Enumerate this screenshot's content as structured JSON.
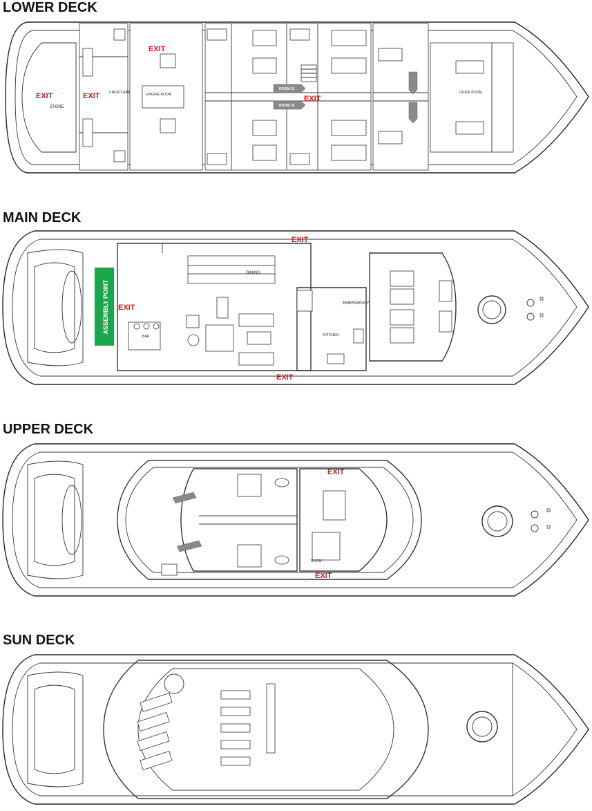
{
  "decks": {
    "lower": {
      "title": "LOWER DECK",
      "exit_label": "EXIT",
      "labels": {
        "store": "STORE",
        "crew_cabin": "CREW CABIN",
        "engine_room": "ENGINE ROOM",
        "guide_room": "GUIDE ROOM",
        "room_01": "ROOM 01",
        "room_02": "ROOM 02"
      }
    },
    "main": {
      "title": "MAIN DECK",
      "exit_label": "EXIT",
      "assembly_point": "ASSEMBLY POINT",
      "labels": {
        "dining": "DINING",
        "bar": "BAR",
        "kitchen": "KITCHEN",
        "emergency": "EMERGENCY"
      }
    },
    "upper": {
      "title": "UPPER DECK",
      "exit_label": "EXIT",
      "labels": {
        "room": "ROOM"
      }
    },
    "sun": {
      "title": "SUN DECK"
    }
  },
  "colors": {
    "exit": "#d71920",
    "assembly": "#1aa64a",
    "line": "#222222",
    "room_tag": "#8a8a8a"
  }
}
